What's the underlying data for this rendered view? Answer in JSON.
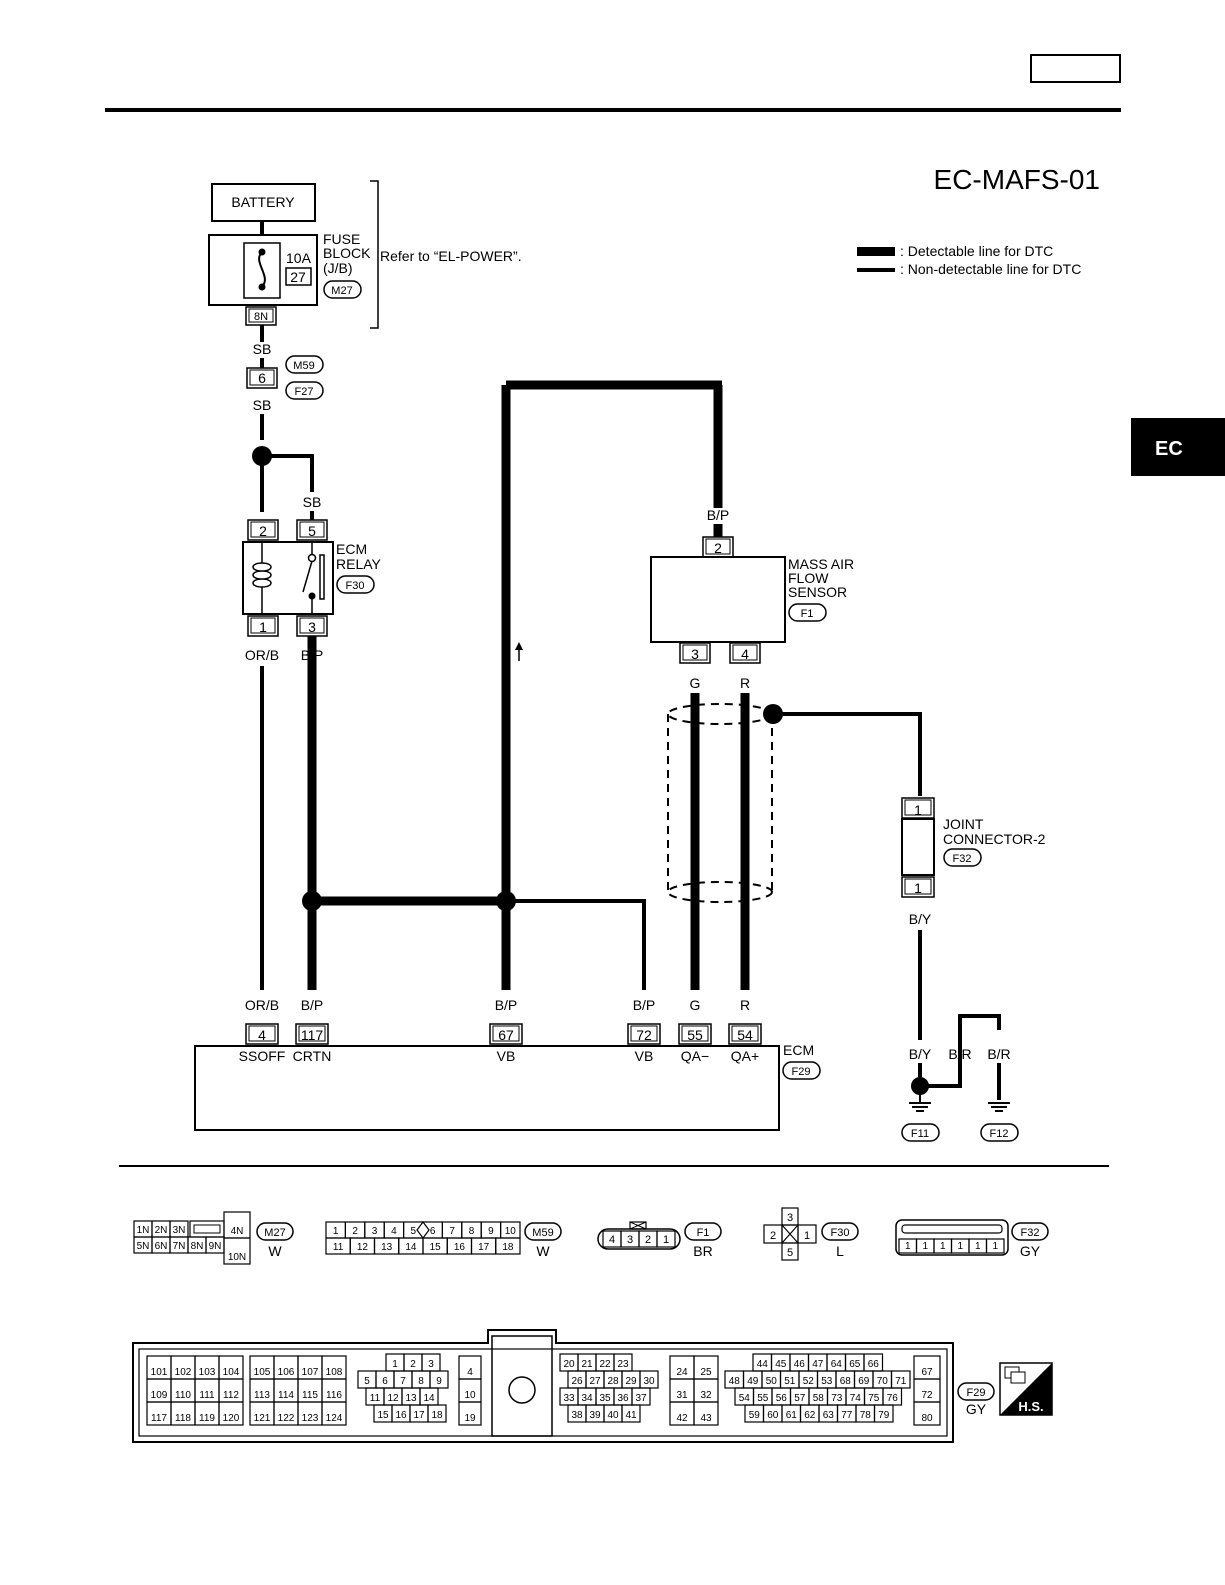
{
  "page": {
    "diagram_id": "EC-MAFS-01",
    "section_tab": "EC",
    "legend": {
      "detectable": ": Detectable line for DTC",
      "non_detectable": ": Non-detectable line for DTC"
    }
  },
  "power": {
    "battery": "BATTERY",
    "fuse_block_line1": "FUSE",
    "fuse_block_line2": "BLOCK",
    "fuse_block_line3": "(J/B)",
    "fuse_rating": "10A",
    "fuse_number": "27",
    "fuse_block_connector": "M27",
    "fuse_block_pin": "8N",
    "refer": "Refer to “EL-POWER”.",
    "wire_sb": "SB",
    "inline_pin": "6",
    "inline_connector_a": "M59",
    "inline_connector_b": "F27"
  },
  "relay": {
    "line1": "ECM",
    "line2": "RELAY",
    "connector": "F30",
    "pin_2": "2",
    "pin_5": "5",
    "pin_1": "1",
    "pin_3": "3",
    "wire_sb": "SB",
    "wire_orb": "OR/B",
    "wire_bp": "B/P"
  },
  "maf": {
    "line1": "MASS AIR",
    "line2": "FLOW",
    "line3": "SENSOR",
    "connector": "F1",
    "pin_2": "2",
    "pin_3": "3",
    "pin_4": "4",
    "wire_bp": "B/P",
    "wire_g": "G",
    "wire_r": "R"
  },
  "joint": {
    "line1": "JOINT",
    "line2": "CONNECTOR-2",
    "connector": "F32",
    "pin_top": "1",
    "pin_bottom": "1",
    "wire_by": "B/Y"
  },
  "ecm": {
    "label": "ECM",
    "connector": "F29",
    "pins": [
      {
        "wire": "OR/B",
        "pin": "4",
        "name": "SSOFF"
      },
      {
        "wire": "B/P",
        "pin": "117",
        "name": "CRTN"
      },
      {
        "wire": "B/P",
        "pin": "67",
        "name": "VB"
      },
      {
        "wire": "B/P",
        "pin": "72",
        "name": "VB"
      },
      {
        "wire": "G",
        "pin": "55",
        "name": "QA−"
      },
      {
        "wire": "R",
        "pin": "54",
        "name": "QA+"
      }
    ]
  },
  "grounds": {
    "wire_by": "B/Y",
    "wire_br_1": "B/R",
    "wire_br_2": "B/R",
    "ground_1": "F11",
    "ground_2": "F12"
  },
  "connector_views": {
    "m27": {
      "id": "M27",
      "color": "W",
      "row1": [
        "1N",
        "2N",
        "3N"
      ],
      "row2": [
        "5N",
        "6N",
        "7N",
        "8N",
        "9N"
      ],
      "side_top": "4N",
      "side_bottom": "10N"
    },
    "m59": {
      "id": "M59",
      "color": "W",
      "row1": [
        "1",
        "2",
        "3",
        "4",
        "5",
        "6",
        "7",
        "8",
        "9",
        "10"
      ],
      "row2": [
        "11",
        "12",
        "13",
        "14",
        "15",
        "16",
        "17",
        "18"
      ]
    },
    "f1": {
      "id": "F1",
      "color": "BR",
      "pins": [
        "4",
        "3",
        "2",
        "1"
      ]
    },
    "f30": {
      "id": "F30",
      "color": "L",
      "top": "3",
      "left": "2",
      "right": "1",
      "bottom": "5"
    },
    "f32": {
      "id": "F32",
      "color": "GY",
      "pins": [
        "1",
        "1",
        "1",
        "1",
        "1",
        "1"
      ]
    },
    "f29": {
      "id": "F29",
      "color": "GY",
      "g1": [
        [
          "101",
          "102",
          "103",
          "104"
        ],
        [
          "109",
          "110",
          "111",
          "112"
        ],
        [
          "117",
          "118",
          "119",
          "120"
        ]
      ],
      "g2": [
        [
          "105",
          "106",
          "107",
          "108"
        ],
        [
          "113",
          "114",
          "115",
          "116"
        ],
        [
          "121",
          "122",
          "123",
          "124"
        ]
      ],
      "g3": [
        [
          "1",
          "2",
          "3"
        ],
        [
          "5",
          "6",
          "7",
          "8",
          "9"
        ],
        [
          "11",
          "12",
          "13",
          "14"
        ],
        [
          "15",
          "16",
          "17",
          "18"
        ]
      ],
      "g4": [
        "4",
        "10",
        "19"
      ],
      "g5": [
        [
          "20",
          "21",
          "22",
          "23"
        ],
        [
          "26",
          "27",
          "28",
          "29",
          "30"
        ],
        [
          "33",
          "34",
          "35",
          "36",
          "37"
        ],
        [
          "38",
          "39",
          "40",
          "41"
        ]
      ],
      "g6": [
        [
          "24",
          "25"
        ],
        [
          "31",
          "32"
        ],
        [
          "42",
          "43"
        ]
      ],
      "g7": [
        [
          "44",
          "45",
          "46",
          "47",
          "64",
          "65",
          "66"
        ],
        [
          "48",
          "49",
          "50",
          "51",
          "52",
          "53",
          "68",
          "69",
          "70",
          "71"
        ],
        [
          "54",
          "55",
          "56",
          "57",
          "58",
          "73",
          "74",
          "75",
          "76"
        ],
        [
          "59",
          "60",
          "61",
          "62",
          "63",
          "77",
          "78",
          "79"
        ]
      ],
      "g8": [
        "67",
        "72",
        "80"
      ],
      "badge": "H.S."
    }
  }
}
